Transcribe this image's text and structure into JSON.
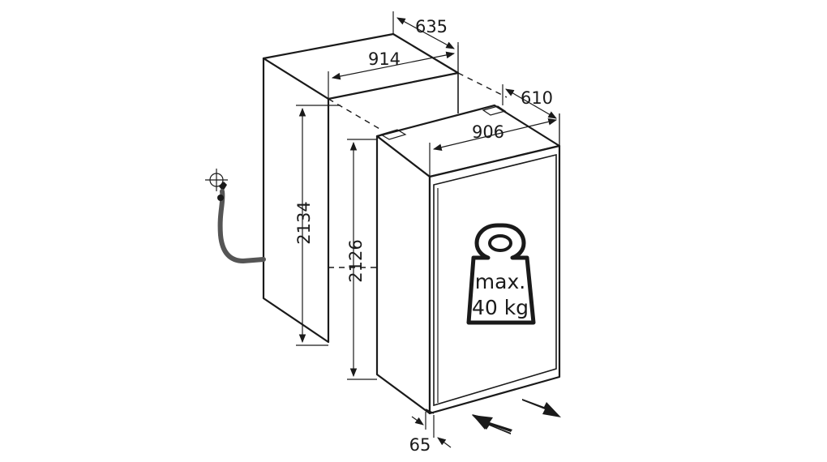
{
  "dimensions": {
    "niche_depth": "635",
    "niche_width": "914",
    "niche_height": "2134",
    "appliance_depth": "610",
    "appliance_width": "906",
    "appliance_height": "2126",
    "door_offset": "65"
  },
  "weight_label": {
    "line1": "max.",
    "line2": "40 kg"
  }
}
